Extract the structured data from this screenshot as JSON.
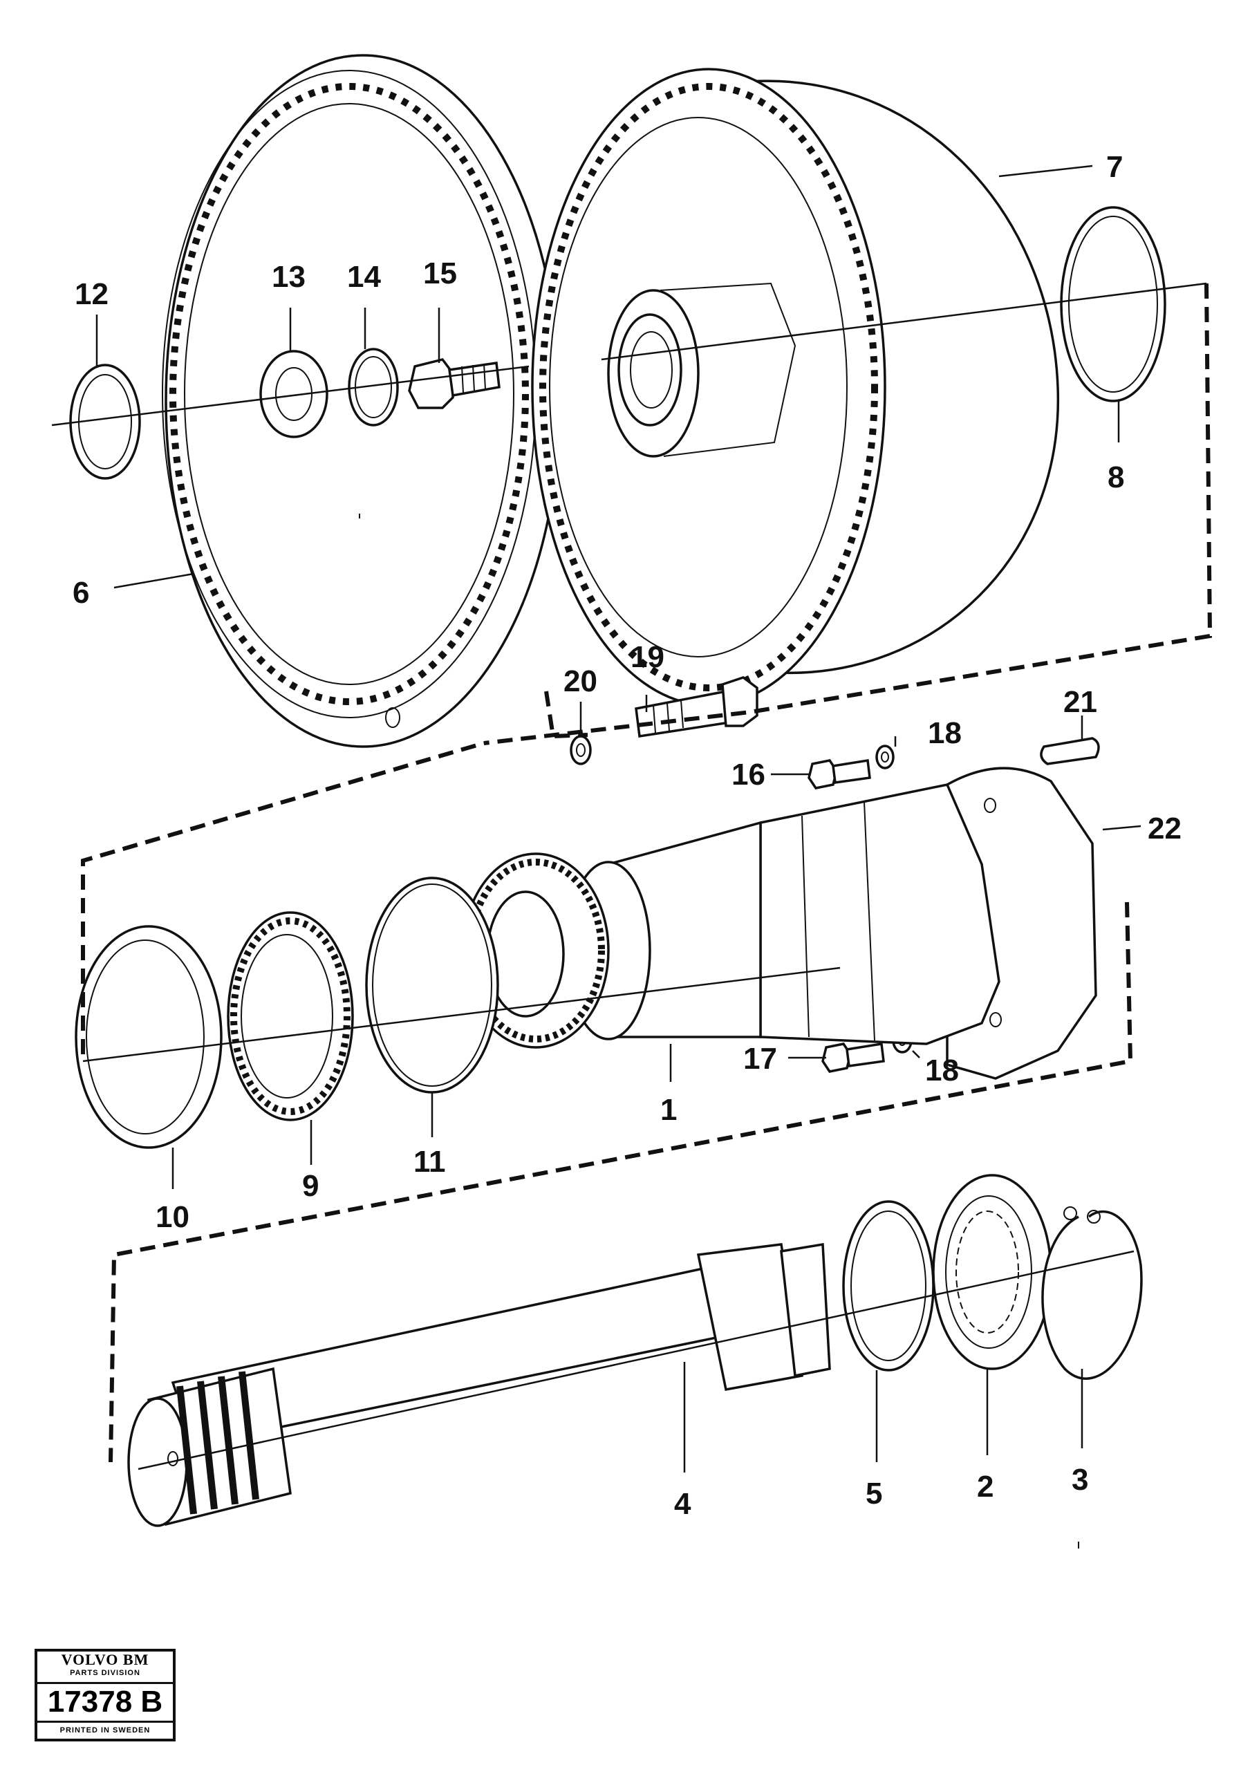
{
  "parts": {
    "p1": "1",
    "p2": "2",
    "p3": "3",
    "p4": "4",
    "p5": "5",
    "p6": "6",
    "p7": "7",
    "p8": "8",
    "p9": "9",
    "p10": "10",
    "p11": "11",
    "p12": "12",
    "p13": "13",
    "p14": "14",
    "p15": "15",
    "p16": "16",
    "p17": "17",
    "p18a": "18",
    "p18b": "18",
    "p19": "19",
    "p20": "20",
    "p21": "21",
    "p22": "22"
  },
  "stamp": {
    "brand": "VOLVO BM",
    "division": "PARTS DIVISION",
    "number": "17378 B",
    "printed": "PRINTED IN SWEDEN"
  }
}
